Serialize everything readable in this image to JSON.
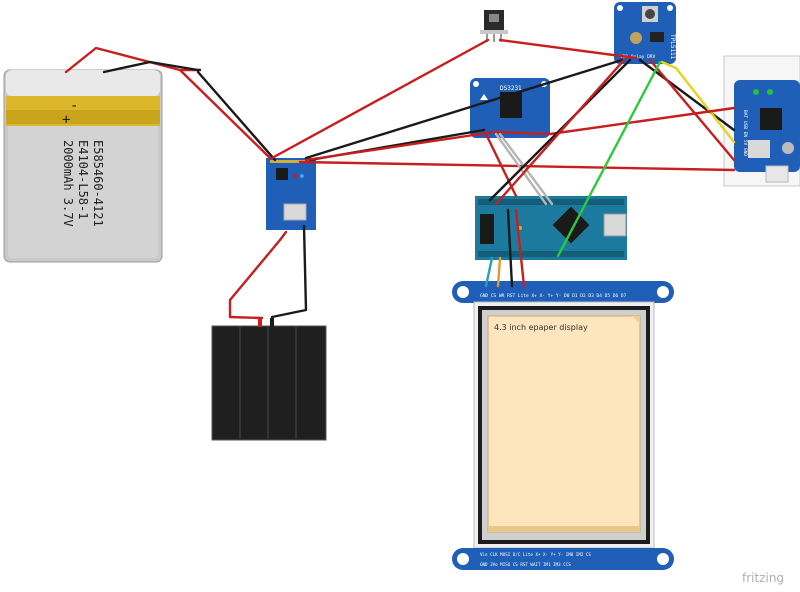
{
  "battery": {
    "model_line1": "E585460-4121",
    "model_line2": "E4104-L58-1",
    "capacity": "2000mAh 3.7V",
    "plus_sign": "+",
    "minus_sign": "-"
  },
  "display": {
    "note": "4.3 inch epaper display",
    "top_header_pins": "GND  CS   WR   RST   Lite  X+  X-  Y+  Y-  D0  D1  D2  D3  D4  D5  D6  D7",
    "bottom_header_pins": "Vin   CLK  MOSI  D/C  Lite  X+   X-   Y+   Y-   IM0  IM2  CS",
    "bottom_header_pins2": "GND  3Vo  MISO  CS   RST  WAIT  IM1  IM3  CCS"
  },
  "rtc": {
    "label": "DS3231"
  },
  "timer": {
    "label": "TPL5111",
    "pins": "VDD  Delay  DRV"
  },
  "charger": {
    "pins": "BAT  USB  EN  5V  GND"
  },
  "brand": {
    "name": "fritzing"
  },
  "colors": {
    "wire_red": "#c81e1e",
    "wire_black": "#1a1a1a",
    "wire_green": "#2ec93a",
    "wire_yellow": "#e8d21a",
    "wire_gray": "#b5b5b5",
    "wire_teal": "#2a9fb5",
    "wire_orange": "#e39a2c",
    "pcb_blue": "#1f5fb7",
    "arduino_teal": "#1b7a9d",
    "battery_gold": "#d9b21c",
    "battery_body": "#c2c2c2",
    "panel_beige": "#fde5bd"
  }
}
